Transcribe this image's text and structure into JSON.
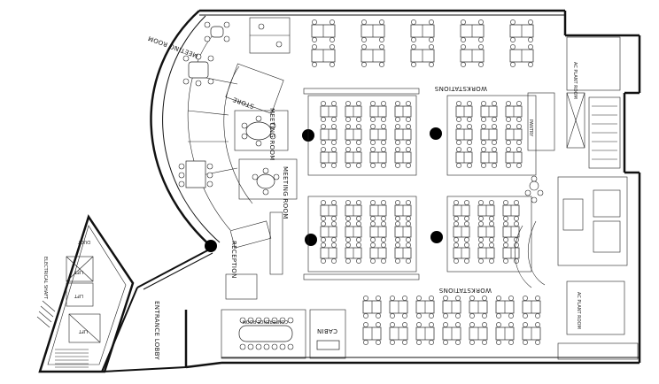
{
  "rooms": {
    "meeting_room_top": "MEETING ROOM",
    "store": "STORE",
    "meeting_room_mid": "MEETING ROOM",
    "meeting_room_lower": "MEETING ROOM",
    "reception": "RECEPTION",
    "entrance_lobby": "ENTRANCE LOBBY",
    "lift_1": "LIFT",
    "lift_2": "LIFT",
    "lift_3": "LIFT",
    "duct": "DUCT",
    "electrical_shaft": "ELECTRICAL SHAFT",
    "workstations_top": "WORKSTATIONS",
    "workstations_bottom": "WORKSTATIONS",
    "conference_room": "CONFERENCE ROOM",
    "cabin": "CABIN",
    "ac_plant_room_top": "AC PLANT ROOM",
    "ac_plant_room_bottom": "AC PLANT ROOM",
    "pantry": "PANTRY"
  },
  "colors": {
    "ink": "#111111",
    "paper": "#ffffff"
  }
}
